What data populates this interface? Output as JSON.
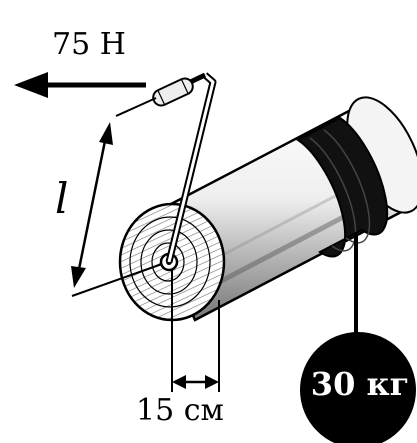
{
  "labels": {
    "force": "75 Н",
    "length": "l",
    "radius": "15 см",
    "mass": "30 кг"
  },
  "icons": {
    "arrow": "force-arrow-icon",
    "handle": "handle-grip-icon",
    "log": "log-cylinder-icon",
    "weight": "hanging-weight-icon"
  },
  "colors": {
    "ink": "#000000",
    "background": "#ffffff",
    "weight": "#000000",
    "weight_text": "#ffffff"
  }
}
